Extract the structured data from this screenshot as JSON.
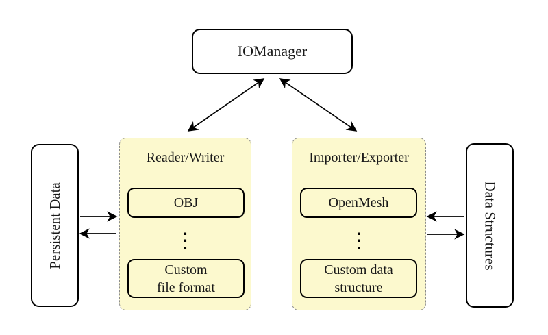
{
  "colors": {
    "background": "#FFFFFF",
    "panel_fill": "#FCF9CE",
    "panel_dash_border": "#8C8C8C",
    "box_border": "#000000",
    "arrow": "#000000"
  },
  "io_manager": {
    "label": "IOManager"
  },
  "persistent_data_box": {
    "label": "Persistent Data"
  },
  "data_structures_box": {
    "label": "Data Structures"
  },
  "reader_writer_panel": {
    "title": "Reader/Writer",
    "top_item": "OBJ",
    "ellipsis": "⋮",
    "bottom_item": "Custom\nfile format"
  },
  "importer_exporter_panel": {
    "title": "Importer/Exporter",
    "top_item": "OpenMesh",
    "ellipsis": "⋮",
    "bottom_item": "Custom data\nstructure"
  }
}
